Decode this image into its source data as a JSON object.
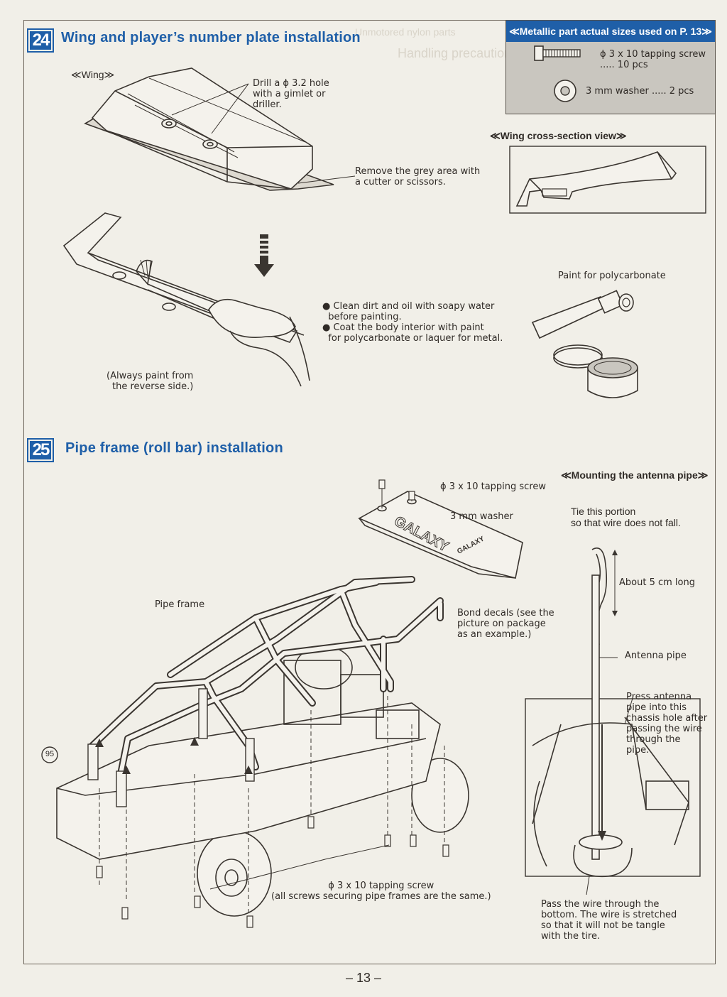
{
  "page_number": "– 13 –",
  "step24": {
    "number": "24",
    "title": "Wing and player’s number plate installation",
    "wing_label": "≪Wing≫",
    "drill_note": "Drill a ϕ 3.2 hole\nwith a gimlet or\ndriller.",
    "remove_note": "Remove the grey area with\na cutter or scissors.",
    "clean_note_1": "● Clean dirt and oil with soapy water\n  before painting.",
    "clean_note_2": "● Coat the body interior with paint\n  for polycarbonate or laquer for metal.",
    "always_paint_note": "(Always paint from\nthe reverse side.)",
    "cross_section_label": "≪Wing cross-section view≫",
    "paint_label": "Paint for polycarbonate"
  },
  "metallic_parts": {
    "header": "≪Metallic part actual sizes used on P. 13≫",
    "screw_label": "ϕ 3 x 10 tapping screw\n..... 10 pcs",
    "washer_label": "3 mm washer ..... 2 pcs"
  },
  "step25": {
    "number": "25",
    "title": "Pipe frame (roll bar) installation",
    "screw_callout": "ϕ 3 x 10 tapping screw",
    "washer_callout": "3 mm washer",
    "pipe_frame_label": "Pipe frame",
    "bond_decals_note": "Bond decals (see the\npicture on package\nas an example.)",
    "screw_note": "ϕ 3 x 10 tapping screw\n(all screws securing pipe frames are the same.)",
    "part_number": "95",
    "decal_text": "GALAXY",
    "decal_text_small": "GALAXY"
  },
  "antenna": {
    "header": "≪Mounting the antenna pipe≫",
    "tie_note": "Tie this portion\nso that wire does not fall.",
    "about_note": "About 5 cm long",
    "antenna_pipe_label": "Antenna pipe",
    "press_note": "Press antenna\npipe into this\nchassis hole after\npassing the wire\nthrough the\npipe.",
    "pass_wire_note": "Pass the wire through the\nbottom. The wire is stretched\nso that it will not be tangle\nwith the tire."
  }
}
